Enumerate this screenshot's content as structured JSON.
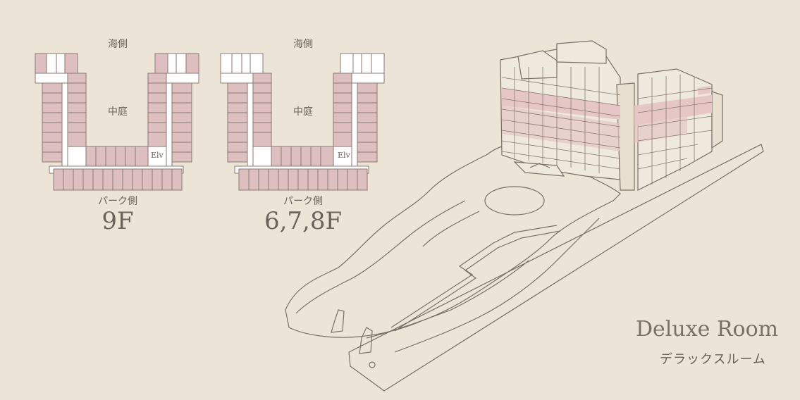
{
  "plans": [
    {
      "sea_side": "海側",
      "courtyard": "中庭",
      "park_side": "パーク側",
      "elevator": "Elv",
      "floor": "9F"
    },
    {
      "sea_side": "海側",
      "courtyard": "中庭",
      "park_side": "パーク側",
      "elevator": "Elv",
      "floor": "6,7,8F"
    }
  ],
  "room": {
    "title": "Deluxe Room",
    "subtitle": "デラックスルーム"
  },
  "colors": {
    "background": "#ece4d6",
    "highlight": "#ddbfbf",
    "line": "#7a6e66"
  }
}
